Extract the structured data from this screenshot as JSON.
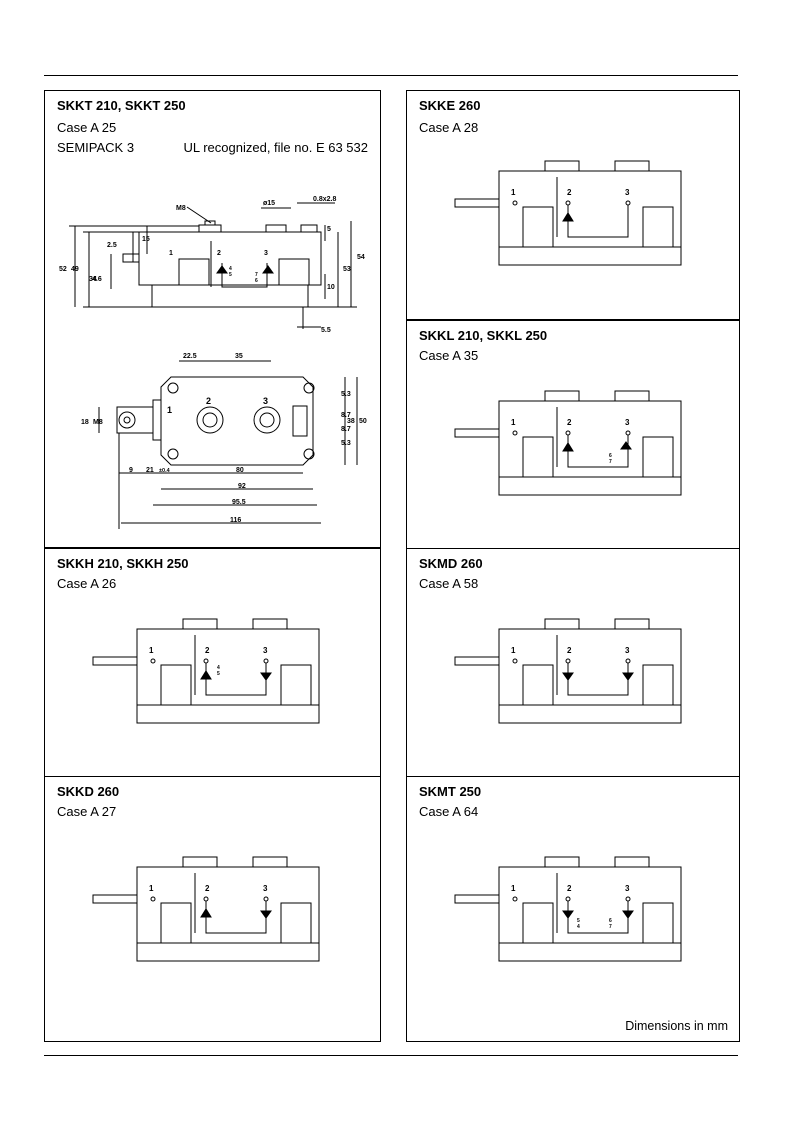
{
  "panels": {
    "skkt": {
      "title": "SKKT 210, SKKT 250",
      "case": "Case A 25",
      "package": "SEMIPACK 3",
      "ul": "UL recognized, file no. E 63 532",
      "dims": [
        "M8",
        "ø15",
        "0.8x2.8",
        "2.5",
        "15",
        "4.6",
        "52",
        "49",
        "34",
        "53",
        "54",
        "5",
        "10",
        "5.5",
        "22.5",
        "35",
        "18",
        "M8",
        "9",
        "21",
        "±0.4",
        "80",
        "92",
        "95.5",
        "116",
        "5.3",
        "8.7",
        "8.7",
        "5.3",
        "38",
        "50"
      ],
      "pins": [
        "1",
        "2",
        "3"
      ],
      "aux_pins": [
        "4",
        "5",
        "7",
        "6"
      ]
    },
    "skke": {
      "title": "SKKE 260",
      "case": "Case A 28",
      "pins": [
        "1",
        "2",
        "3"
      ]
    },
    "skkl": {
      "title": "SKKL 210, SKKL 250",
      "case": "Case A 35",
      "pins": [
        "1",
        "2",
        "3"
      ],
      "aux_pins": [
        "6",
        "7"
      ]
    },
    "skkh": {
      "title": "SKKH 210, SKKH 250",
      "case": "Case A 26",
      "pins": [
        "1",
        "2",
        "3"
      ],
      "aux_pins": [
        "4",
        "5"
      ]
    },
    "skmd": {
      "title": "SKMD 260",
      "case": "Case A 58",
      "pins": [
        "1",
        "2",
        "3"
      ]
    },
    "skkd": {
      "title": "SKKD 260",
      "case": "Case A 27",
      "pins": [
        "1",
        "2",
        "3"
      ]
    },
    "skmt": {
      "title": "SKMT 250",
      "case": "Case A 64",
      "pins": [
        "1",
        "2",
        "3"
      ],
      "aux_pins": [
        "5",
        "4",
        "6",
        "7"
      ]
    }
  },
  "footer": {
    "dimensions_note": "Dimensions in mm"
  }
}
